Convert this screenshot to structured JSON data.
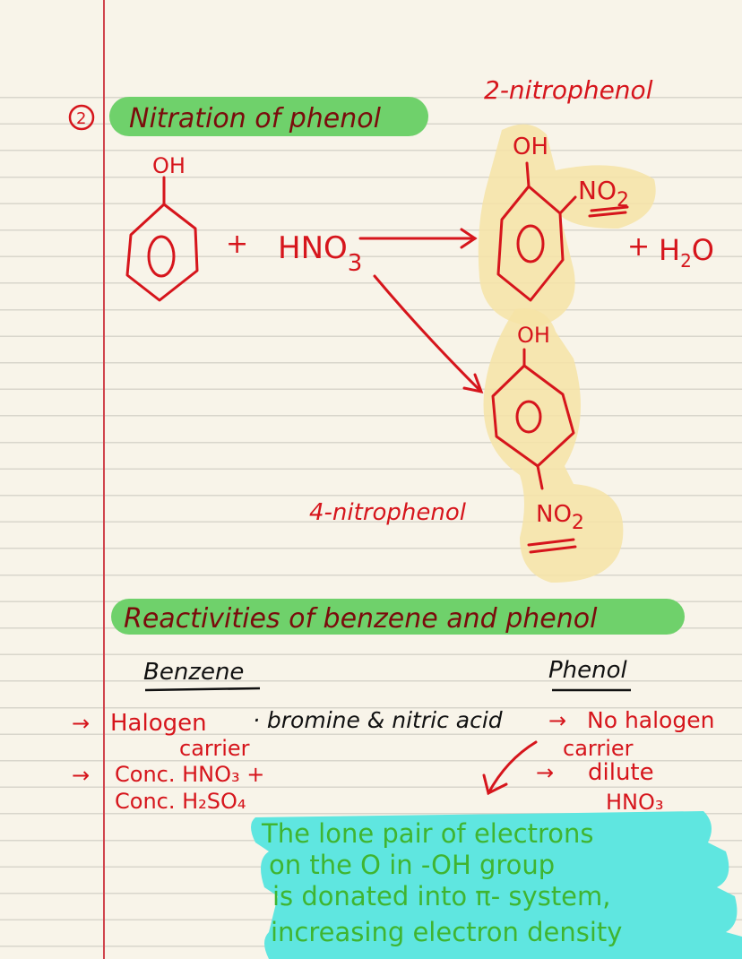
{
  "page": {
    "paper_color": "#f8f4e9",
    "rule_color": "#d9d6cc",
    "margin_color": "#d0444d",
    "ink_red": "#d6151c",
    "ink_dark_red": "#7a0c0c",
    "ink_black": "#111111",
    "ink_green": "#3fb531",
    "highlight_green": "#6fd16b",
    "highlight_yellow": "#f6e3a6",
    "highlight_cyan": "#5fe6e0"
  },
  "section1": {
    "number": "2",
    "heading": "Nitration of phenol",
    "reactant_group": "OH",
    "plus1": "+",
    "reagent": "HNO",
    "reagent_sub": "3",
    "product1_label": "2-nitrophenol",
    "product1_oh": "OH",
    "product1_no2": "NO",
    "product1_no2_sub": "2",
    "plus2": "+",
    "byproduct": "H",
    "byproduct_sub": "2",
    "byproduct_tail": "O",
    "product2_oh": "OH",
    "product2_no2": "NO",
    "product2_no2_sub": "2",
    "product2_label": "4-nitrophenol"
  },
  "section2": {
    "heading": "Reactivities of benzene and phenol",
    "col_left": "Benzene",
    "col_right": "Phenol",
    "middle_note": "· bromine & nitric acid",
    "benzene_points": [
      {
        "arrow": "→",
        "line1": "Halogen",
        "line2": "carrier"
      },
      {
        "arrow": "→",
        "line1": "Conc. HNO₃ +",
        "line2": "Conc. H₂SO₄"
      }
    ],
    "phenol_points": [
      {
        "arrow": "→",
        "line1": "No halogen",
        "line2": "carrier"
      },
      {
        "arrow": "→",
        "line1": "dilute",
        "line2": "HNO₃"
      }
    ],
    "explanation_lines": [
      "The lone pair of electrons",
      "on the O in -OH group",
      "is donated into π- system,",
      "increasing electron density"
    ]
  }
}
